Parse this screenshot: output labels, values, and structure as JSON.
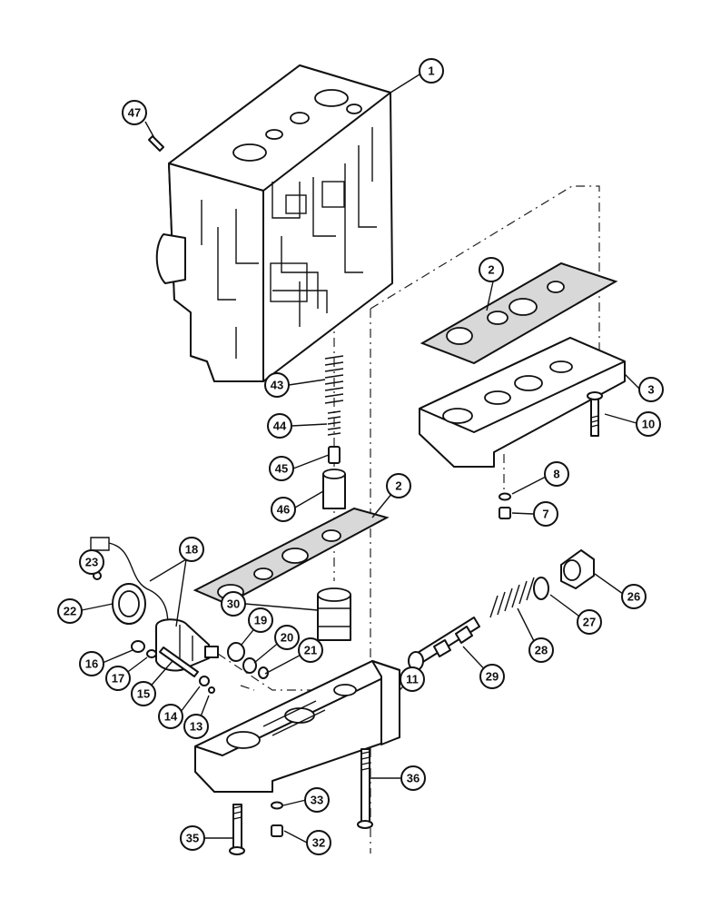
{
  "callouts": {
    "c1": "1",
    "c2a": "2",
    "c2b": "2",
    "c3": "3",
    "c7": "7",
    "c8": "8",
    "c10": "10",
    "c11": "11",
    "c13": "13",
    "c14": "14",
    "c15": "15",
    "c16": "16",
    "c17": "17",
    "c18": "18",
    "c19": "19",
    "c20": "20",
    "c21": "21",
    "c22": "22",
    "c23": "23",
    "c26": "26",
    "c27": "27",
    "c28": "28",
    "c29": "29",
    "c30": "30",
    "c32": "32",
    "c33": "33",
    "c35": "35",
    "c36": "36",
    "c43": "43",
    "c44": "44",
    "c45": "45",
    "c46": "46",
    "c47": "47"
  }
}
